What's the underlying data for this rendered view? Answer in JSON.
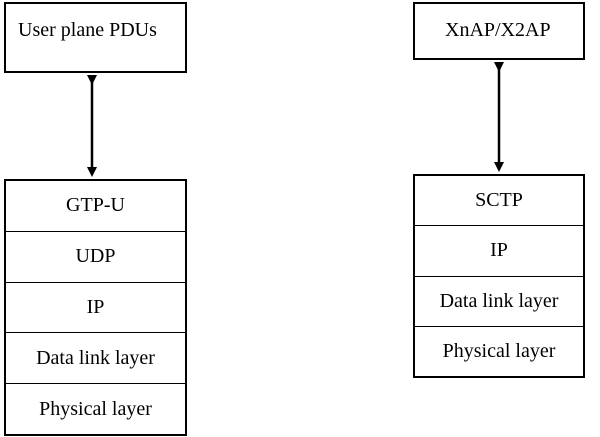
{
  "user_plane": {
    "top_label": "User plane PDUs",
    "layers": [
      "GTP-U",
      "UDP",
      "IP",
      "Data link layer",
      "Physical layer"
    ]
  },
  "control_plane": {
    "top_label": "XnAP/X2AP",
    "layers": [
      "SCTP",
      "IP",
      "Data link layer",
      "Physical layer"
    ]
  },
  "colors": {
    "line": "#000000",
    "background": "#ffffff"
  },
  "icons": {
    "connector": "double-headed-arrow"
  }
}
